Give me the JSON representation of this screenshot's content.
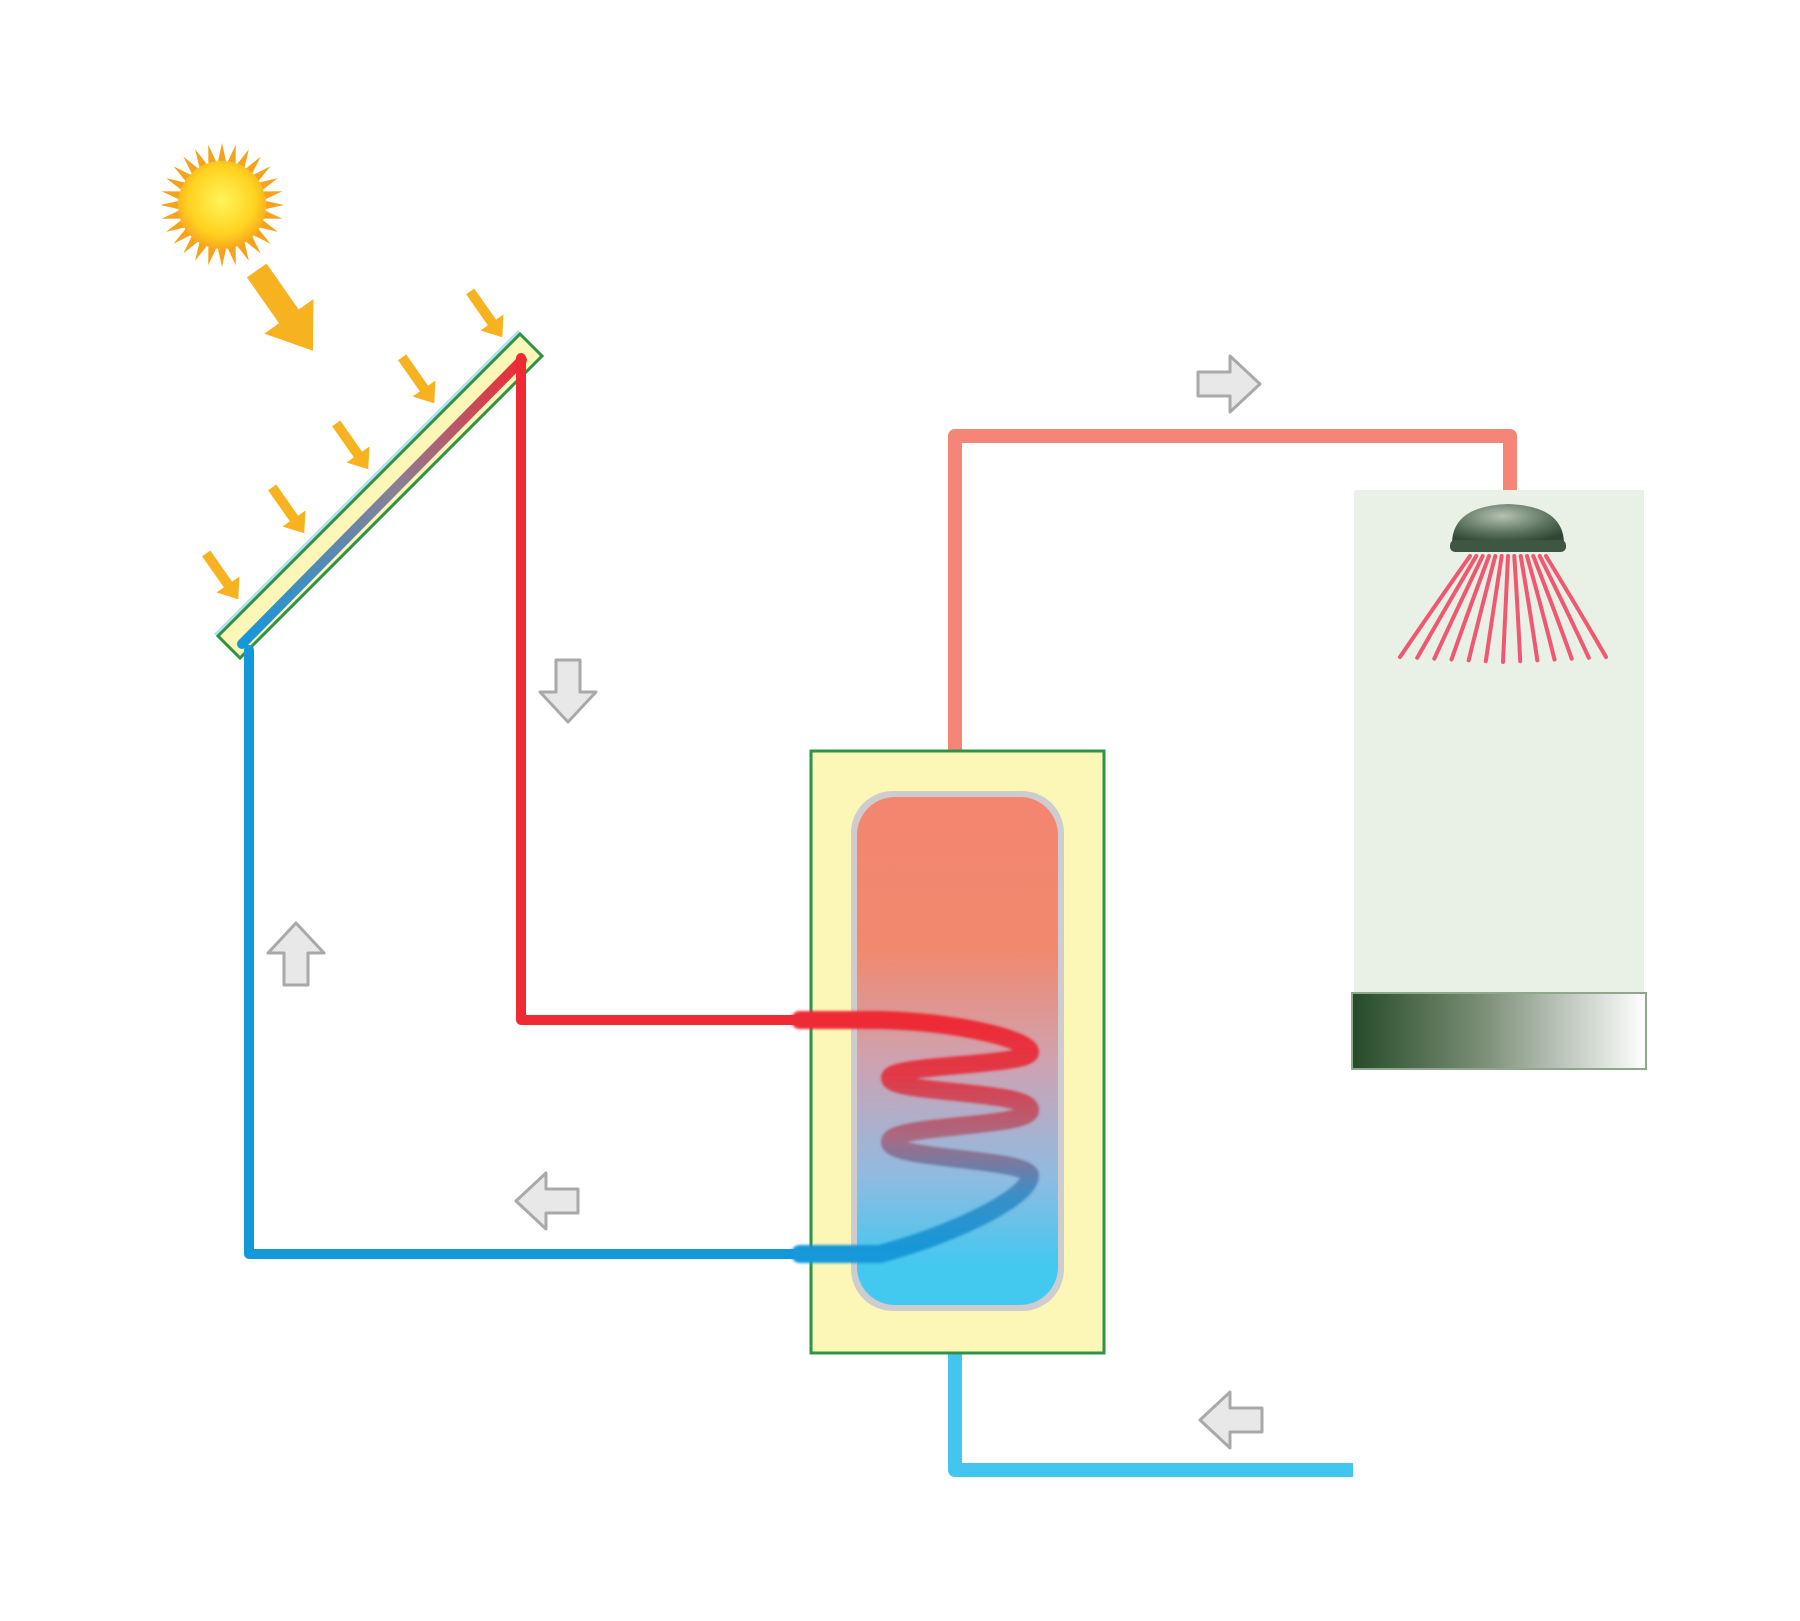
{
  "diagram": {
    "kind": "solar-water-heating-schematic",
    "colors": {
      "background": "#ffffff",
      "sun_core": "#ffd21f",
      "sun_rays": "#f6a31c",
      "sunlight_arrows": "#f7b21f",
      "hot_collector_pipe": "#ee2a35",
      "cold_return_pipe": "#1398da",
      "hot_water_supply_pipe": "#f48577",
      "cold_water_inlet_pipe": "#43c6ee",
      "tank_insulation": "#fcf7b7",
      "tank_insulation_border": "#2e9444",
      "tank_hot": "#f48570",
      "tank_cold": "#43c8ef",
      "shower_backdrop": "#e9f0e5",
      "shower_head": "#48614c",
      "shower_spray": "#ef5870",
      "shower_base_dark": "#254b28",
      "flow_arrow_fill": "#e8e8e8",
      "flow_arrow_stroke": "#a9a9a9"
    },
    "components": [
      {
        "id": "sun",
        "icon": "sun-icon"
      },
      {
        "id": "solar-collector",
        "icon": "solar-panel-icon"
      },
      {
        "id": "storage-tank",
        "icon": "water-tank-icon"
      },
      {
        "id": "heat-exchanger-coil",
        "icon": "coil-icon"
      },
      {
        "id": "shower",
        "icon": "shower-head-icon"
      }
    ],
    "flow_arrows": [
      {
        "id": "collector-outflow",
        "direction": "down"
      },
      {
        "id": "collector-inflow",
        "direction": "up"
      },
      {
        "id": "coil-return",
        "direction": "left"
      },
      {
        "id": "hot-water-supply",
        "direction": "right"
      },
      {
        "id": "cold-water-inlet",
        "direction": "left"
      }
    ]
  }
}
